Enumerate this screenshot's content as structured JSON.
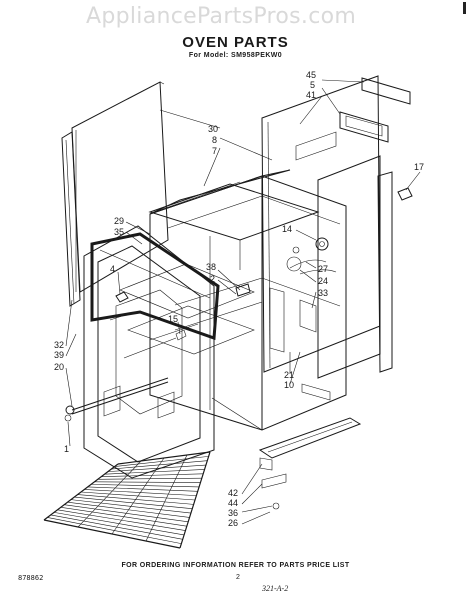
{
  "watermark": "AppliancePartsPros.com",
  "title": "OVEN PARTS",
  "model_line": "For Model: SM958PEKW0",
  "footer_note": "FOR ORDERING INFORMATION REFER TO PARTS PRICE LIST",
  "doc_number": "878862",
  "page_number": "2",
  "revision_code": "321-A-2",
  "callouts": {
    "c45": "45",
    "c5": "5",
    "c41": "41",
    "c30": "30",
    "c8": "8",
    "c7": "7",
    "c17": "17",
    "c14": "14",
    "c27": "27",
    "c24": "24",
    "c33": "33",
    "c29": "29",
    "c35": "35",
    "c38": "38",
    "c2": "2",
    "c4": "4",
    "c15": "15",
    "c32": "32",
    "c39": "39",
    "c20": "20",
    "c21": "21",
    "c10": "10",
    "c1": "1",
    "c42": "42",
    "c44": "44",
    "c36": "36",
    "c26": "26"
  }
}
